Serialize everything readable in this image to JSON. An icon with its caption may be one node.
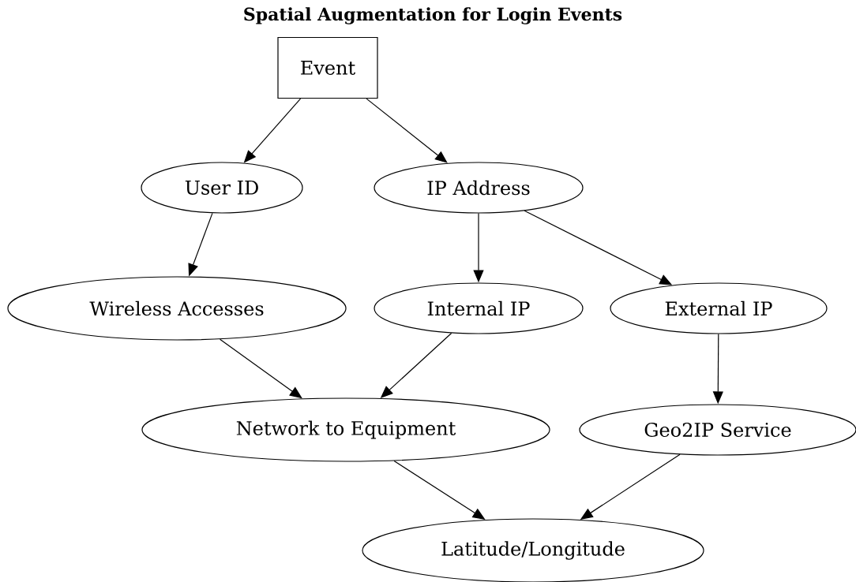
{
  "diagram": {
    "title": "Spatial Augmentation for Login Events",
    "nodes": [
      {
        "text": [
          "Event"
        ]
      },
      {
        "text": [
          "User ID"
        ]
      },
      {
        "text": [
          "IP Address"
        ]
      },
      {
        "text": [
          "Wireless Accesses"
        ]
      },
      {
        "text": [
          "Internal IP"
        ]
      },
      {
        "text": [
          "External IP"
        ]
      },
      {
        "text": [
          "Network to Equipment"
        ]
      },
      {
        "text": [
          "Geo2IP Service"
        ]
      },
      {
        "text": [
          "Latitude/Longitude"
        ]
      }
    ],
    "edges": [
      {
        "from": 0,
        "to": 1,
        "arrow": "to"
      },
      {
        "from": 0,
        "to": 2,
        "arrow": "to"
      },
      {
        "from": 1,
        "to": 3,
        "arrow": "to"
      },
      {
        "from": 2,
        "to": 4,
        "arrow": "to"
      },
      {
        "from": 2,
        "to": 5,
        "arrow": "to"
      },
      {
        "from": 3,
        "to": 6,
        "arrow": "to"
      },
      {
        "from": 4,
        "to": 6,
        "arrow": "to"
      },
      {
        "from": 5,
        "to": 7,
        "arrow": "to"
      },
      {
        "from": 6,
        "to": 8,
        "arrow": "to"
      },
      {
        "from": 7,
        "to": 8,
        "arrow": "to"
      }
    ]
  }
}
